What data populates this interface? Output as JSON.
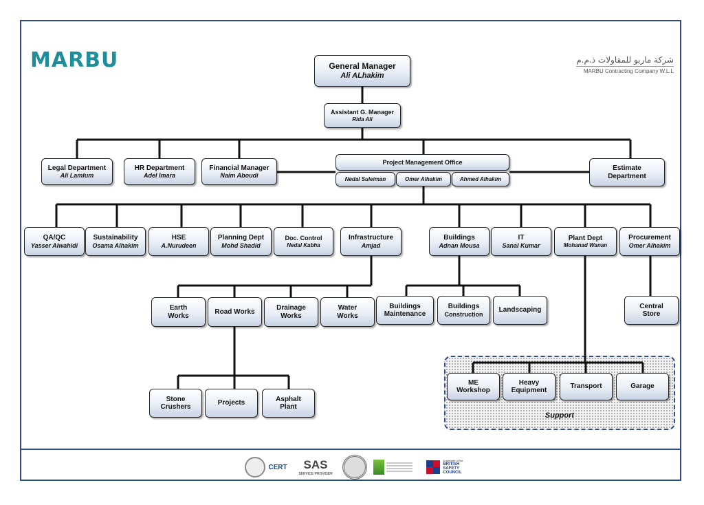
{
  "header": {
    "logo": "MARBU",
    "company_arabic": "شركة ماربو للمقاولات ذ.م.م",
    "company_english": "MARBU Contracting Company W.L.L"
  },
  "chart": {
    "general_manager": {
      "title": "General Manager",
      "name": "Ali ALhakim"
    },
    "assistant_gm": {
      "title": "Assistant G. Manager",
      "name": "Rida Ali"
    },
    "legal": {
      "title": "Legal Department",
      "name": "Ali Lamlum"
    },
    "hr": {
      "title": "HR Department",
      "name": "Adel Imara"
    },
    "financial": {
      "title": "Financial Manager",
      "name": "Naim Aboudi"
    },
    "pmo": {
      "title": "Project Management Office",
      "members": [
        "Nedal Suleiman",
        "Omer Alhakim",
        "Ahmed Alhakim"
      ]
    },
    "estimate": {
      "line1": "Estimate",
      "line2": "Department"
    },
    "qaqc": {
      "title": "QA/QC",
      "name": "Yasser Alwahidi"
    },
    "sustainability": {
      "title": "Sustainability",
      "name": "Osama Alhakim"
    },
    "hse": {
      "title": "HSE",
      "name": "A.Nurudeen"
    },
    "planning": {
      "title": "Planning Dept",
      "name": "Mohd Shadid"
    },
    "doc_control": {
      "title": "Doc. Control",
      "name": "Nedal Kabha"
    },
    "infrastructure": {
      "title": "Infrastructure",
      "name": "Amjad"
    },
    "buildings": {
      "title": "Buildings",
      "name": "Adnan Mousa"
    },
    "it": {
      "title": "IT",
      "name": "Sanal Kumar"
    },
    "plant": {
      "title": "Plant Dept",
      "name": "Mohanad Wanan"
    },
    "procurement": {
      "title": "Procurement",
      "name": "Omer Alhakim"
    },
    "earth_works": {
      "line1": "Earth",
      "line2": "Works"
    },
    "road_works": {
      "label": "Road Works"
    },
    "drainage_works": {
      "line1": "Drainage",
      "line2": "Works"
    },
    "water_works": {
      "line1": "Water",
      "line2": "Works"
    },
    "buildings_maintenance": {
      "line1": "Buildings",
      "line2": "Maintenance"
    },
    "buildings_construction": {
      "line1": "Buildings",
      "line2": "Construction"
    },
    "landscaping": {
      "label": "Landscaping"
    },
    "central_store": {
      "line1": "Central",
      "line2": "Store"
    },
    "stone_crushers": {
      "line1": "Stone",
      "line2": "Crushers"
    },
    "projects": {
      "label": "Projects"
    },
    "asphalt_plant": {
      "line1": "Asphalt",
      "line2": "Plant"
    },
    "me_workshop": {
      "line1": "ME",
      "line2": "Workshop"
    },
    "heavy_equipment": {
      "line1": "Heavy",
      "line2": "Equipment"
    },
    "transport": {
      "label": "Transport"
    },
    "garage": {
      "label": "Garage"
    },
    "support_label": "Support"
  },
  "footer": {
    "certs": [
      "CERT",
      "SAS",
      "SERVICE PROVIDER",
      "A member of the",
      "BRITISH",
      "SAFETY",
      "COUNCIL"
    ]
  },
  "colors": {
    "frame": "#2b4b8c",
    "logo": "#1f8e9a"
  }
}
